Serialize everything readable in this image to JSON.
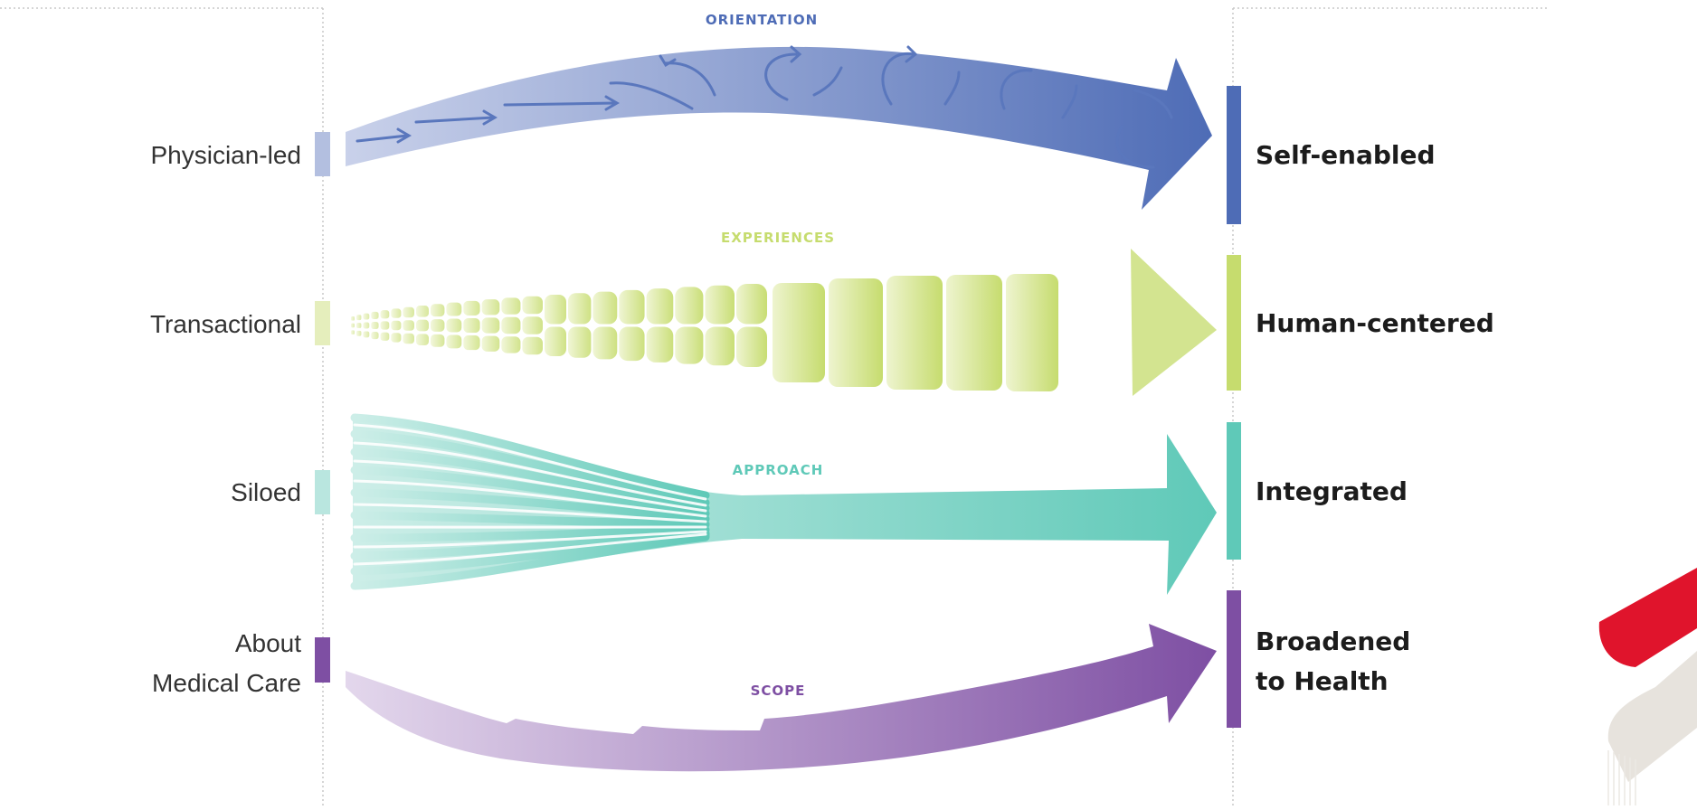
{
  "streams": [
    {
      "title": "ORIENTATION",
      "from": "Physician-led",
      "to": "Self-enabled",
      "color": "#4e6cb6",
      "light": "#b3bfe0"
    },
    {
      "title": "EXPERIENCES",
      "from": "Transactional",
      "to": "Human-centered",
      "color": "#c6dc6e",
      "light": "#e5eebc"
    },
    {
      "title": "APPROACH",
      "from": "Siloed",
      "to": "Integrated",
      "color": "#5fc9b8",
      "light": "#b9e6df"
    },
    {
      "title": "SCOPE",
      "from": "About\nMedical Care",
      "to": "Broadened\nto Health",
      "color": "#7e4fa3",
      "light": "#cdb6dc"
    }
  ],
  "colors": {
    "guide": "#c9c9c9",
    "logo_red": "#e0142c",
    "logo_grey": "#e7e3dd"
  }
}
